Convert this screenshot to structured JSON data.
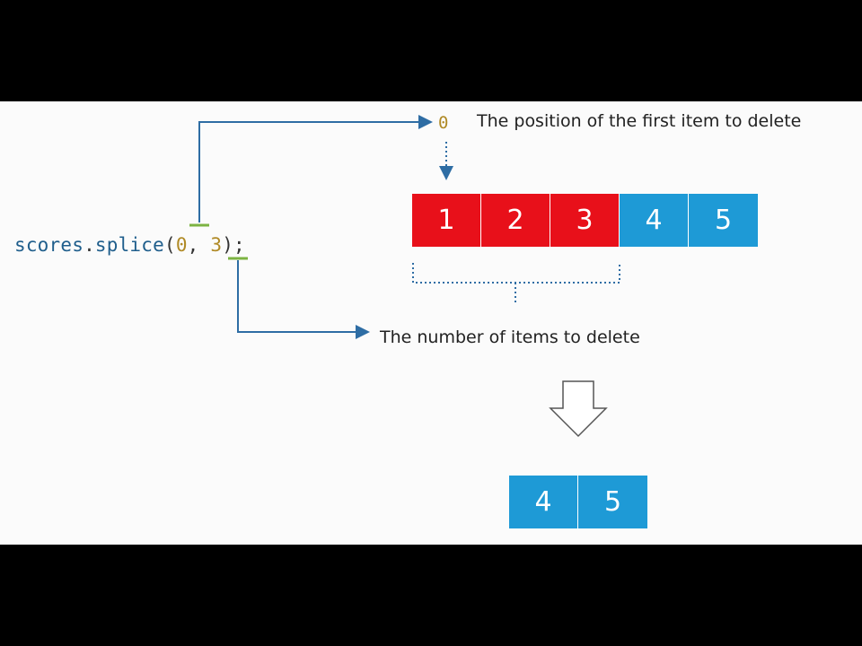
{
  "code": {
    "object": "scores",
    "dot": ".",
    "method": "splice",
    "open_paren": "(",
    "arg_start": "0",
    "comma": ", ",
    "arg_count": "3",
    "close": ");"
  },
  "annotations": {
    "start_value": "0",
    "start_caption": "The position of the first item to delete",
    "count_caption": "The number of items to delete"
  },
  "array_before": [
    {
      "value": "1",
      "status": "deleted"
    },
    {
      "value": "2",
      "status": "deleted"
    },
    {
      "value": "3",
      "status": "deleted"
    },
    {
      "value": "4",
      "status": "kept"
    },
    {
      "value": "5",
      "status": "kept"
    }
  ],
  "array_after": [
    {
      "value": "4"
    },
    {
      "value": "5"
    }
  ],
  "colors": {
    "deleted": "#e8101a",
    "kept": "#1e9ad6",
    "arrow": "#2e6da4",
    "highlight": "#7cb342"
  }
}
